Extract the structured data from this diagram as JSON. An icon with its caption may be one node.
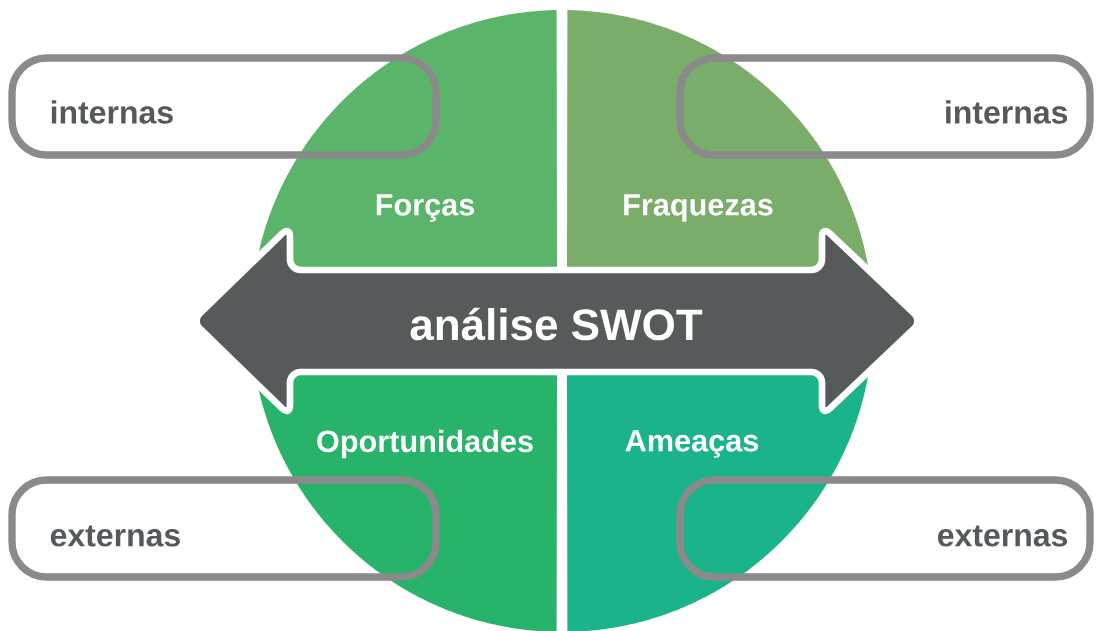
{
  "diagram": {
    "nodes": [
      {
        "text": [
          "Forças"
        ]
      },
      {
        "text": [
          "Fraquezas"
        ]
      },
      {
        "text": [
          "Oportunidades"
        ]
      },
      {
        "text": [
          "Ameaças"
        ]
      },
      {
        "text": [
          "análise SWOT"
        ]
      },
      {
        "text": [
          "internas"
        ]
      },
      {
        "text": [
          "internas"
        ]
      },
      {
        "text": [
          "externas"
        ]
      },
      {
        "text": [
          "externas"
        ]
      }
    ]
  }
}
